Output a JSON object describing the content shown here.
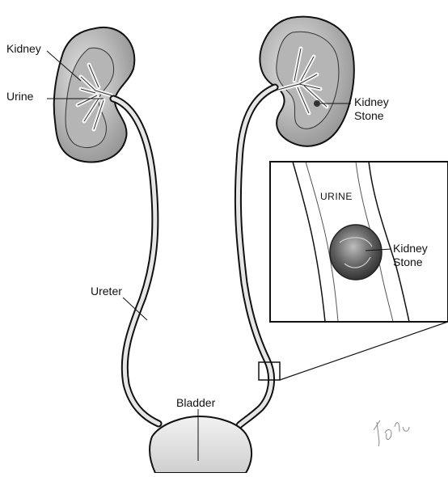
{
  "labels": {
    "kidney": "Kidney",
    "urine": "Urine",
    "kidney_stone": "Kidney\nStone",
    "urine_inset": "URINE",
    "kidney_stone_inset": "Kidney\nStone",
    "ureter": "Ureter",
    "bladder": "Bladder"
  },
  "colors": {
    "line": "#111111",
    "kidney_fill": "#cfcfcf",
    "kidney_inner": "#9a9a9a",
    "ureter_fill": "#e6e6e6",
    "stone_fill": "#555555",
    "background": "#ffffff"
  }
}
